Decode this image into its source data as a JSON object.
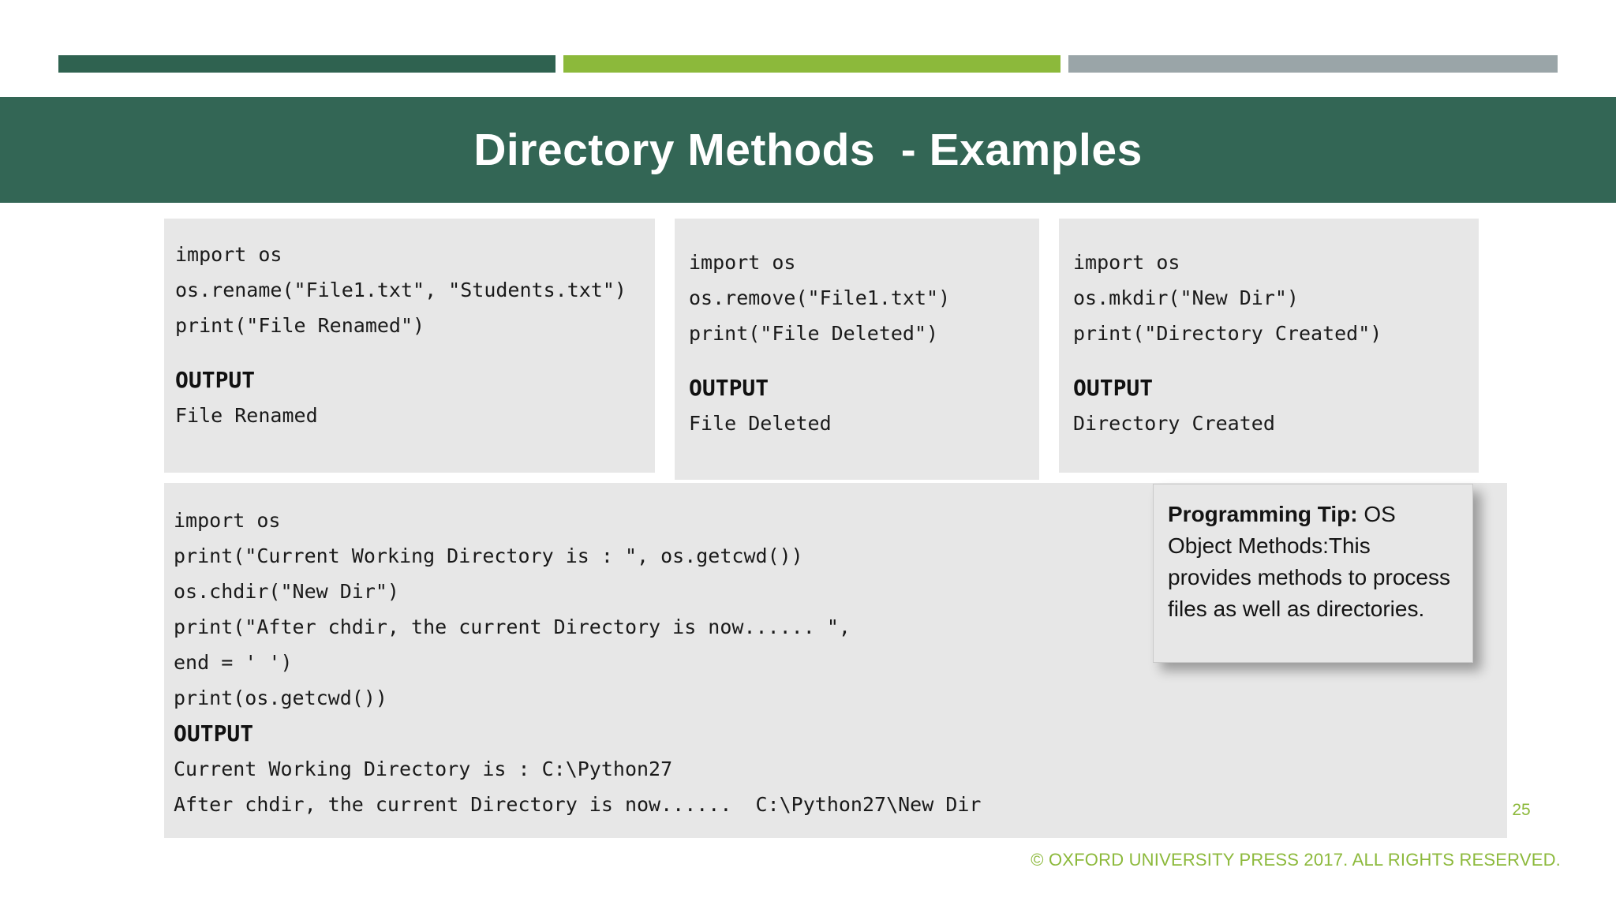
{
  "slide": {
    "title": "Directory Methods  - Examples",
    "page_number": "25",
    "copyright": "© OXFORD UNIVERSITY PRESS 2017. ALL RIGHTS RESERVED.",
    "colors": {
      "banner_green": "#336655",
      "bar_dark": "#2f6250",
      "bar_green": "#8cb93b",
      "bar_grey": "#9aa5a8",
      "code_bg": "#e7e7e7",
      "accent_text": "#8cb93b"
    }
  },
  "panels": {
    "rename": {
      "code": [
        "import os",
        "os.rename(\"File1.txt\", \"Students.txt\")",
        "print(\"File Renamed\")"
      ],
      "output_label": "OUTPUT",
      "output": [
        "File Renamed"
      ]
    },
    "remove": {
      "code": [
        "import os",
        "os.remove(\"File1.txt\")",
        "print(\"File Deleted\")"
      ],
      "output_label": "OUTPUT",
      "output": [
        "File Deleted"
      ]
    },
    "mkdir": {
      "code": [
        "import os",
        "os.mkdir(\"New Dir\")",
        "print(\"Directory Created\")"
      ],
      "output_label": "OUTPUT",
      "output": [
        "Directory Created"
      ]
    },
    "chdir": {
      "code": [
        "import os",
        "print(\"Current Working Directory is : \", os.getcwd())",
        "os.chdir(\"New Dir\")",
        "print(\"After chdir, the current Directory is now...... \",",
        "end = ' ')",
        "print(os.getcwd())"
      ],
      "output_label": "OUTPUT",
      "output": [
        "Current Working Directory is : C:\\Python27",
        "After chdir, the current Directory is now......  C:\\Python27\\New Dir"
      ]
    }
  },
  "tip": {
    "label": "Programming Tip:",
    "body": " OS Object Methods:This provides methods to process files as well as directories."
  }
}
